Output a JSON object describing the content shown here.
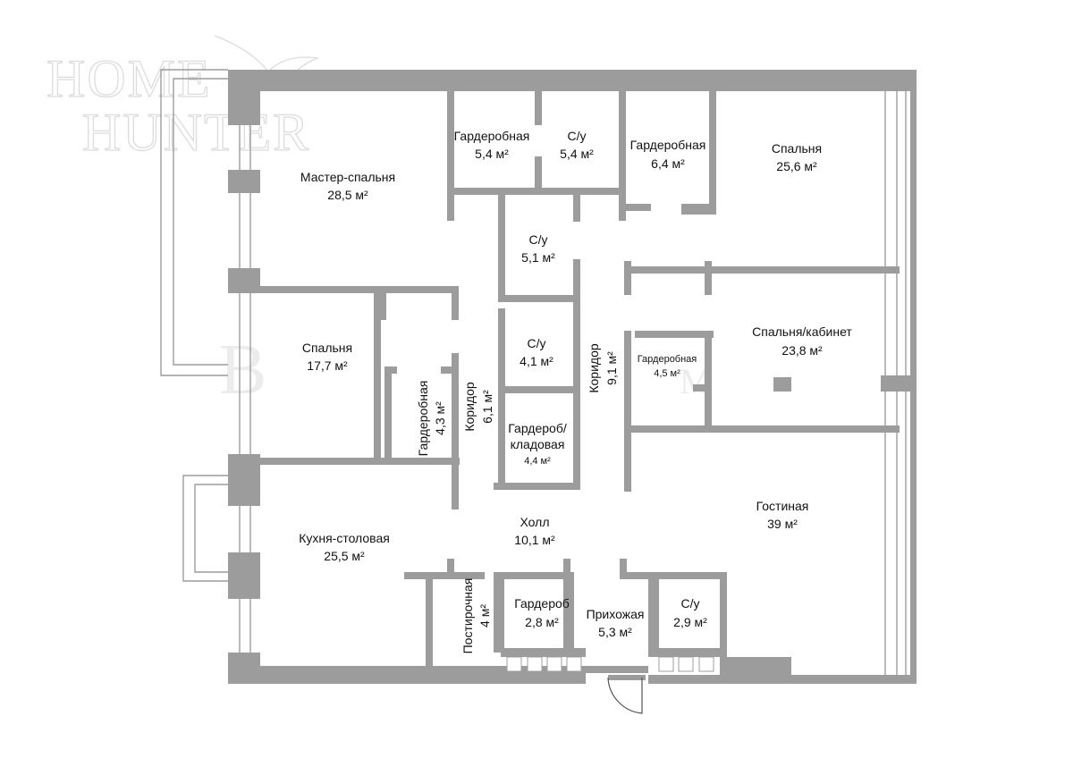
{
  "logo": {
    "line1": "HOME",
    "line2": "HUNTER"
  },
  "rooms": {
    "master_bedroom": {
      "name": "Мастер-спальня",
      "area": "28,5 м²"
    },
    "wardrobe_1": {
      "name": "Гардеробная",
      "area": "5,4 м²"
    },
    "bath_1": {
      "name": "С/у",
      "area": "5,4 м²"
    },
    "wardrobe_2": {
      "name": "Гардеробная",
      "area": "6,4 м²"
    },
    "bedroom_1": {
      "name": "Спальня",
      "area": "25,6 м²"
    },
    "bath_2": {
      "name": "С/у",
      "area": "5,1 м²"
    },
    "bedroom_2": {
      "name": "Спальня",
      "area": "17,7 м²"
    },
    "bath_3": {
      "name": "С/у",
      "area": "4,1 м²"
    },
    "wardrobe_3": {
      "name": "Гардеробная",
      "area": "4,3 м²"
    },
    "corridor_1": {
      "name": "Коридор",
      "area": "6,1 м²"
    },
    "corridor_2": {
      "name": "Коридор",
      "area": "9,1 м²"
    },
    "wardrobe_4": {
      "name": "Гардеробная",
      "area": "4,5 м²"
    },
    "bedroom_office": {
      "name": "Спальня/кабинет",
      "area": "23,8 м²"
    },
    "storage": {
      "name1": "Гардероб/",
      "name2": "кладовая",
      "area": "4,4 м²"
    },
    "hall": {
      "name": "Холл",
      "area": "10,1 м²"
    },
    "living": {
      "name": "Гостиная",
      "area": "39 м²"
    },
    "kitchen": {
      "name": "Кухня-столовая",
      "area": "25,5 м²"
    },
    "laundry": {
      "name": "Постирочная",
      "area": "4 м²"
    },
    "closet": {
      "name": "Гардероб",
      "area": "2,8 м²"
    },
    "entrance": {
      "name": "Прихожая",
      "area": "5,3 м²"
    },
    "bath_4": {
      "name": "С/у",
      "area": "2,9 м²"
    }
  }
}
